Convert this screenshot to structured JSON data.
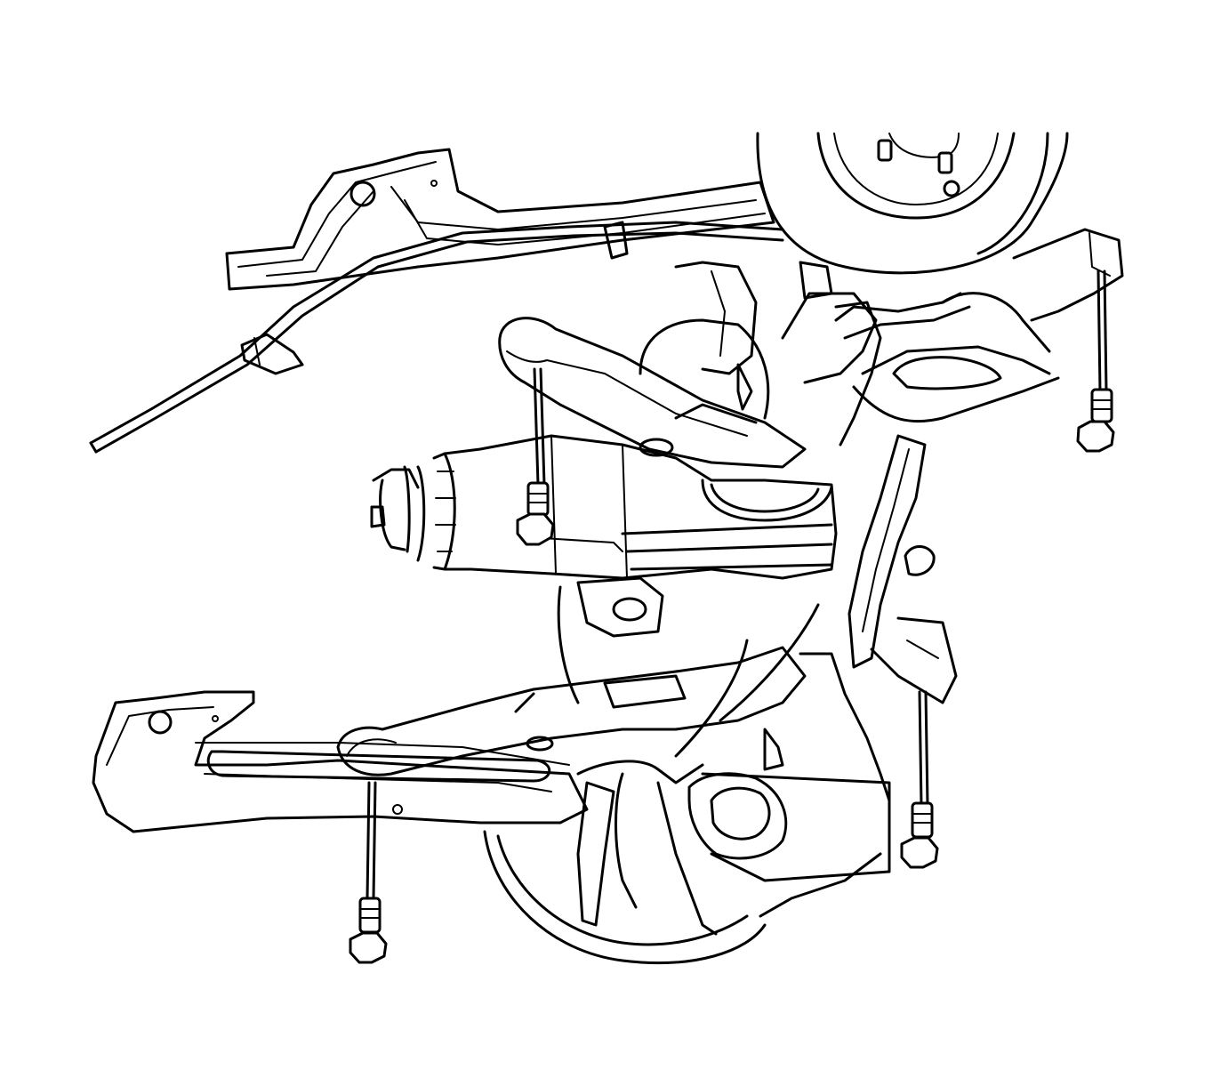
{
  "diagram": {
    "colors": {
      "line": "#000000",
      "background": "#ffffff"
    },
    "components": [
      "frame-rail-upper",
      "frame-rail-lower",
      "brake-rotor-hub",
      "upper-control-arm",
      "lower-control-arm",
      "rear-differential",
      "stabilizer-link",
      "crossmember",
      "brake-line",
      "bolt"
    ],
    "bolt_count": 4
  }
}
